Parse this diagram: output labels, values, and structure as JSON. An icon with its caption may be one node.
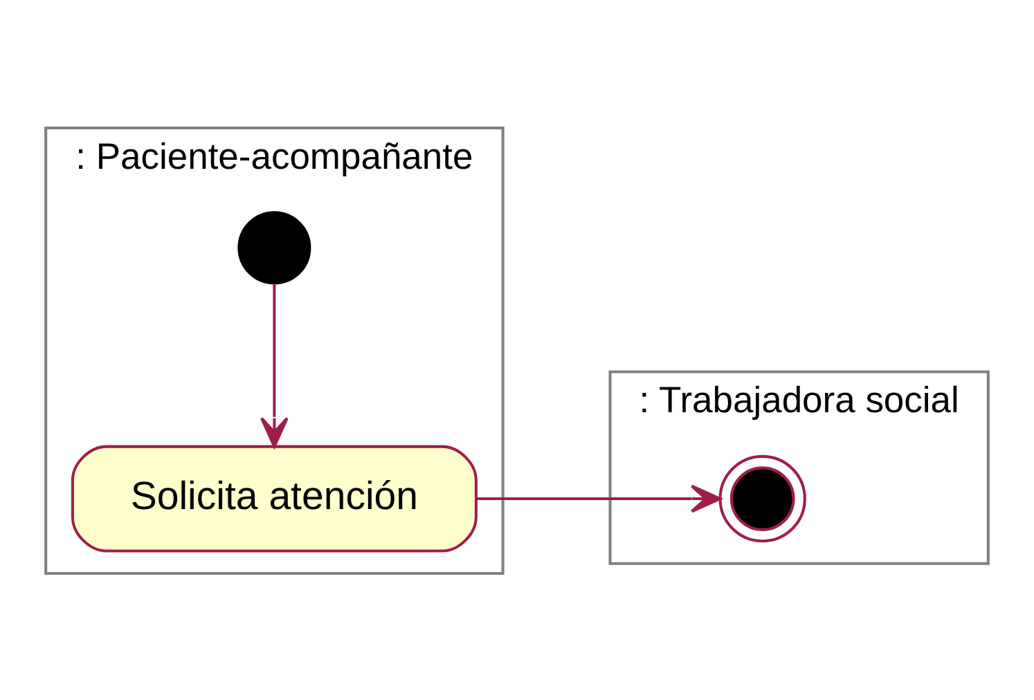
{
  "diagram": {
    "nodes": [
      {
        "text": [
          ": Paciente-acompañante"
        ]
      },
      {
        "text": [
          ": Trabajadora social"
        ]
      },
      {
        "text": [],
        "shape": "circle",
        "in": 0
      },
      {
        "text": [
          "Solicita atención"
        ],
        "in": 0
      },
      {
        "text": [],
        "shape": "bullseye",
        "in": 1
      }
    ],
    "edges": [
      {
        "from": 2,
        "to": 3,
        "arrow": "to"
      },
      {
        "from": 3,
        "to": 4,
        "arrow": "to"
      }
    ]
  }
}
